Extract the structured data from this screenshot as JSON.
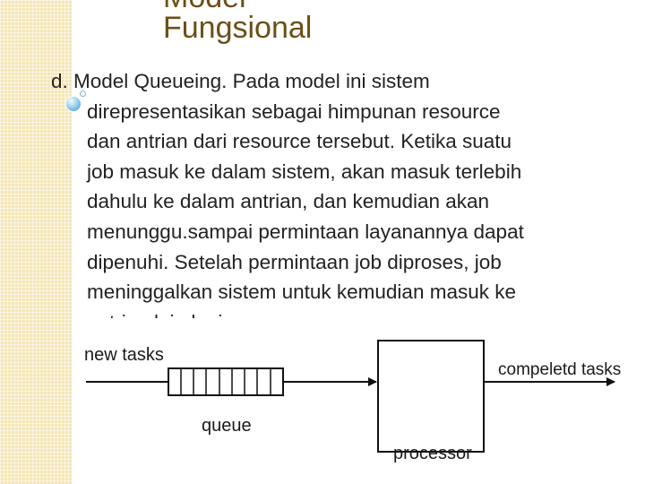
{
  "title_partial": "Model",
  "title": "Fungsional",
  "paragraph_lines": [
    "d. Model Queueing. Pada model ini sistem",
    "direpresentasikan sebagai himpunan resource",
    "dan antrian dari resource tersebut. Ketika suatu",
    "job masuk ke dalam sistem, akan masuk terlebih",
    "dahulu ke dalam antrian, dan kemudian akan",
    "menunggu.sampai permintaan layanannya dapat",
    "dipenuhi. Setelah permintaan job diproses, job",
    "meninggalkan sistem untuk kemudian masuk ke",
    "antrian lain lagi."
  ],
  "diagram": {
    "input_label": "new tasks",
    "queue_label": "queue",
    "processor_label": "processor",
    "output_label": "compeletd tasks"
  },
  "colors": {
    "title": "#6b4f16",
    "text": "#222222",
    "side_stripe": "#f3e6b6",
    "bullet": "#3f95cb"
  }
}
